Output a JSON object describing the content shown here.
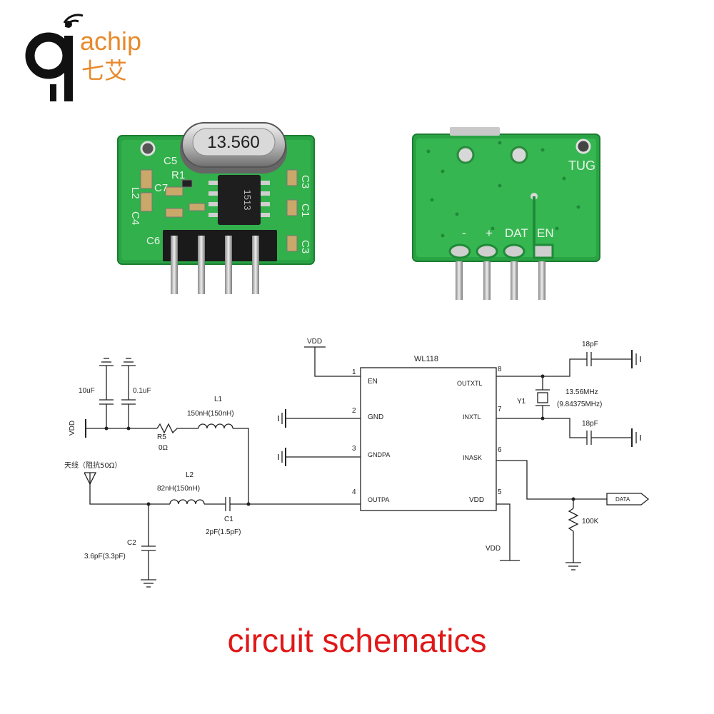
{
  "logo": {
    "brand": "achip",
    "chinese": "七艾"
  },
  "front_board": {
    "crystal_label": "13.560",
    "ic_marking": "1513",
    "silkscreen": [
      "C5",
      "R1",
      "C7",
      "L2",
      "C4",
      "C6",
      "C3",
      "C1",
      "C3"
    ]
  },
  "back_board": {
    "brand": "TUG",
    "pin_labels": [
      "-",
      "+",
      "DAT",
      "EN"
    ]
  },
  "schematic": {
    "chip_name": "WL118",
    "left_pins": [
      {
        "num": "1",
        "name": "EN"
      },
      {
        "num": "2",
        "name": "GND"
      },
      {
        "num": "3",
        "name": "GNDPA"
      },
      {
        "num": "4",
        "name": "OUTPA"
      }
    ],
    "right_pins": [
      {
        "num": "8",
        "name": "OUTXTL"
      },
      {
        "num": "7",
        "name": "INXTL"
      },
      {
        "num": "6",
        "name": "INASK"
      },
      {
        "num": "5",
        "name": "VDD"
      }
    ],
    "vdd_top": "VDD",
    "vdd_bottom": "VDD",
    "vdd_left": "VDD",
    "c_10uf": "10uF",
    "c_01uf": "0.1uF",
    "l1_name": "L1",
    "l1_value": "150nH(150nH)",
    "r5_name": "R5",
    "r5_value": "0Ω",
    "antenna_label": "天线（阻抗50Ω）",
    "l2_name": "L2",
    "l2_value": "82nH(150nH)",
    "c1_name": "C1",
    "c1_value": "2pF(1.5pF)",
    "c2_name": "C2",
    "c2_value": "3.6pF(3.3pF)",
    "cap_top": "18pF",
    "cap_bottom": "18pF",
    "y1_name": "Y1",
    "y1_freq": "13.56MHz",
    "y1_freq_alt": "(9.84375MHz)",
    "data_label": "DATA",
    "r_pulldown": "100K"
  },
  "caption": "circuit schematics"
}
